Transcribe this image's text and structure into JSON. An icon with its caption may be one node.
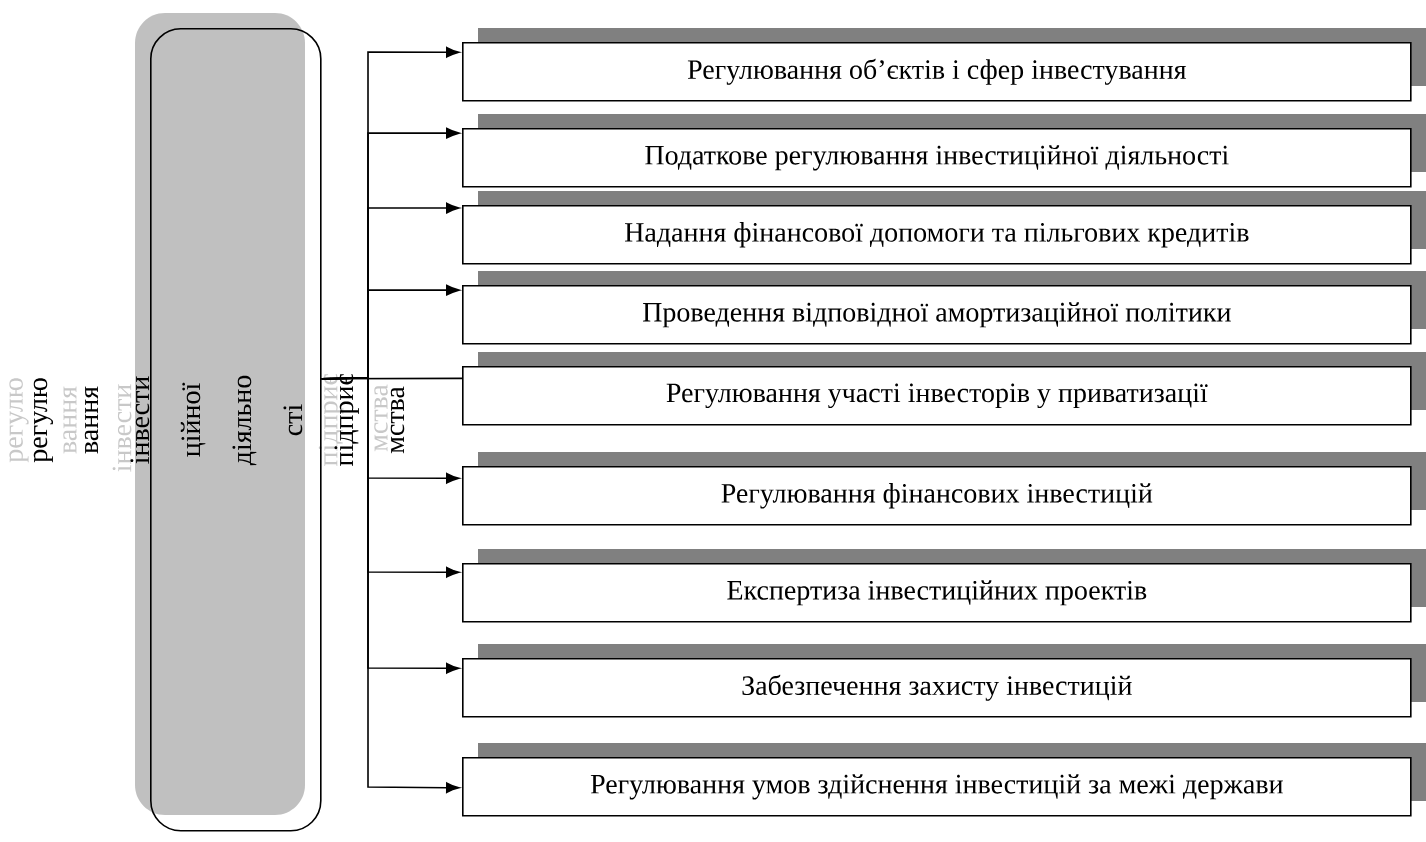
{
  "diagram": {
    "nodes": [
      {
        "text": [
          "регулю вання інвести ційної діяльно сті підприє мства"
        ]
      },
      {
        "text": [
          "Регулювання об’єктів і сфер інвестування"
        ]
      },
      {
        "text": [
          "Податкове регулювання інвестиційної діяльності"
        ]
      },
      {
        "text": [
          "Надання фінансової допомоги та пільгових кредитів"
        ]
      },
      {
        "text": [
          "Проведення відповідної амортизаційної політики"
        ]
      },
      {
        "text": [
          "Регулювання участі інвесторів у приватизації"
        ]
      },
      {
        "text": [
          "Регулювання фінансових інвестицій"
        ]
      },
      {
        "text": [
          "Експертиза інвестиційних проектів"
        ]
      },
      {
        "text": [
          "Забезпечення захисту інвестицій"
        ]
      },
      {
        "text": [
          "Регулювання умов здійснення інвестицій за межі держави"
        ]
      }
    ],
    "edges": [
      {
        "from": 0,
        "to": 1,
        "arrow": "to"
      },
      {
        "from": 0,
        "to": 2,
        "arrow": "to"
      },
      {
        "from": 0,
        "to": 3,
        "arrow": "to"
      },
      {
        "from": 0,
        "to": 4,
        "arrow": "to"
      },
      {
        "from": 0,
        "to": 5,
        "arrow": "none"
      },
      {
        "from": 0,
        "to": 6,
        "arrow": "to"
      },
      {
        "from": 0,
        "to": 7,
        "arrow": "to"
      },
      {
        "from": 0,
        "to": 8,
        "arrow": "to"
      },
      {
        "from": 0,
        "to": 9,
        "arrow": "to"
      }
    ],
    "labels": [
      "регулю",
      "вання",
      "інвести",
      "підприє",
      "мства"
    ]
  }
}
